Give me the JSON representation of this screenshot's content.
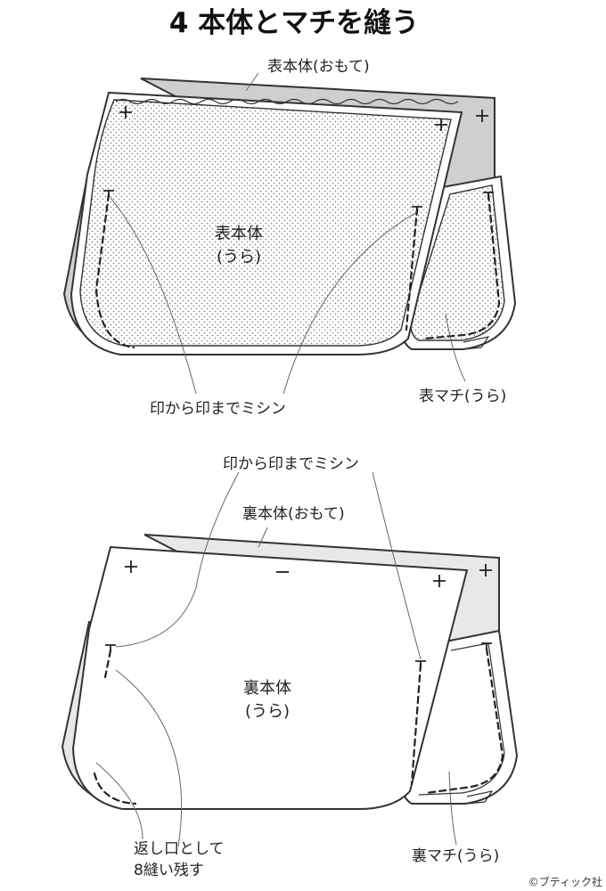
{
  "title": "4 本体とマチを縫う",
  "top_diagram": {
    "label_outer_front": "表本体(おもて)",
    "label_body_back": "表本体",
    "label_body_back_sub": "(うら)",
    "label_stitch": "印から印までミシン",
    "label_gusset": "表マチ(うら)"
  },
  "bottom_diagram": {
    "label_stitch": "印から印までミシン",
    "label_outer_front": "裏本体(おもて)",
    "label_body_back": "裏本体",
    "label_body_back_sub": "(うら)",
    "label_opening_line1": "返し口として",
    "label_opening_line2": "8縫い残す",
    "label_gusset": "裏マチ(うら)"
  },
  "copyright": "©ブティック社"
}
